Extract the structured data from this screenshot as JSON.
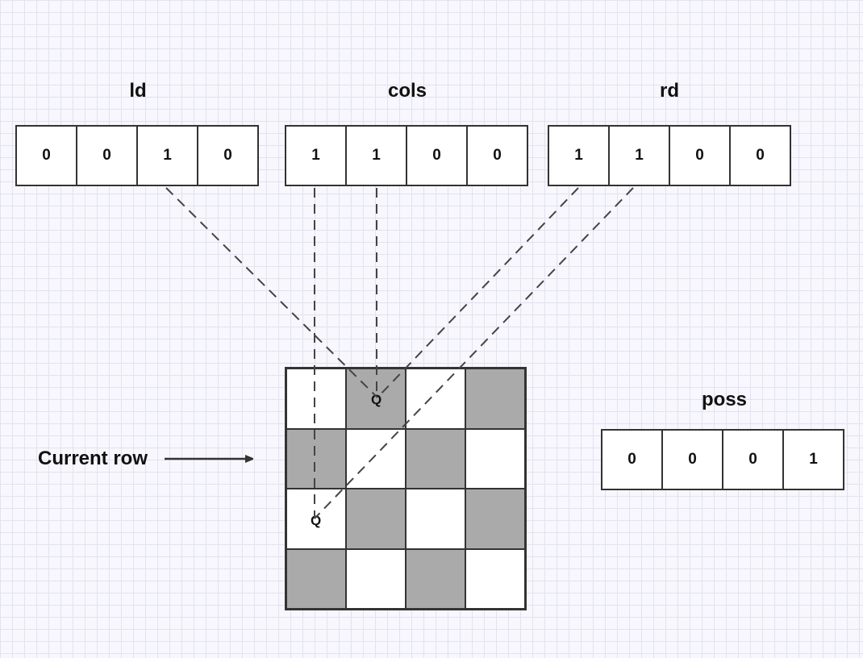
{
  "labels": {
    "ld": "ld",
    "cols": "cols",
    "rd": "rd",
    "poss": "poss",
    "current_row": "Current row"
  },
  "arrays": {
    "ld": [
      "0",
      "0",
      "1",
      "0"
    ],
    "cols": [
      "1",
      "1",
      "0",
      "0"
    ],
    "rd": [
      "1",
      "1",
      "0",
      "0"
    ],
    "poss": [
      "0",
      "0",
      "0",
      "1"
    ]
  },
  "board": {
    "pattern": [
      [
        "light",
        "dark",
        "light",
        "dark"
      ],
      [
        "dark",
        "light",
        "dark",
        "light"
      ],
      [
        "light",
        "dark",
        "light",
        "dark"
      ],
      [
        "dark",
        "light",
        "dark",
        "light"
      ]
    ],
    "queen_label": "Q",
    "queens": [
      {
        "row": 0,
        "col": 1
      },
      {
        "row": 2,
        "col": 0
      }
    ]
  },
  "colors": {
    "dark_square": "#aaaaaa",
    "light_square": "#ffffff",
    "grid_line": "#e2e2f2",
    "stroke": "#333333"
  }
}
